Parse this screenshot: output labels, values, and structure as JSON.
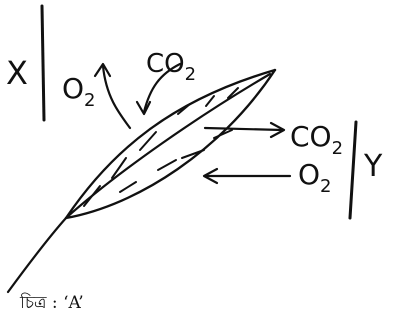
{
  "diagram": {
    "left_label": "X",
    "right_label": "Y",
    "top_labels": {
      "o2": {
        "main": "O",
        "sub": "2"
      },
      "co2": {
        "main": "CO",
        "sub": "2"
      }
    },
    "right_labels": {
      "co2": {
        "main": "CO",
        "sub": "2"
      },
      "o2": {
        "main": "O",
        "sub": "2"
      }
    },
    "caption": "চিত্র : ‘A’"
  }
}
